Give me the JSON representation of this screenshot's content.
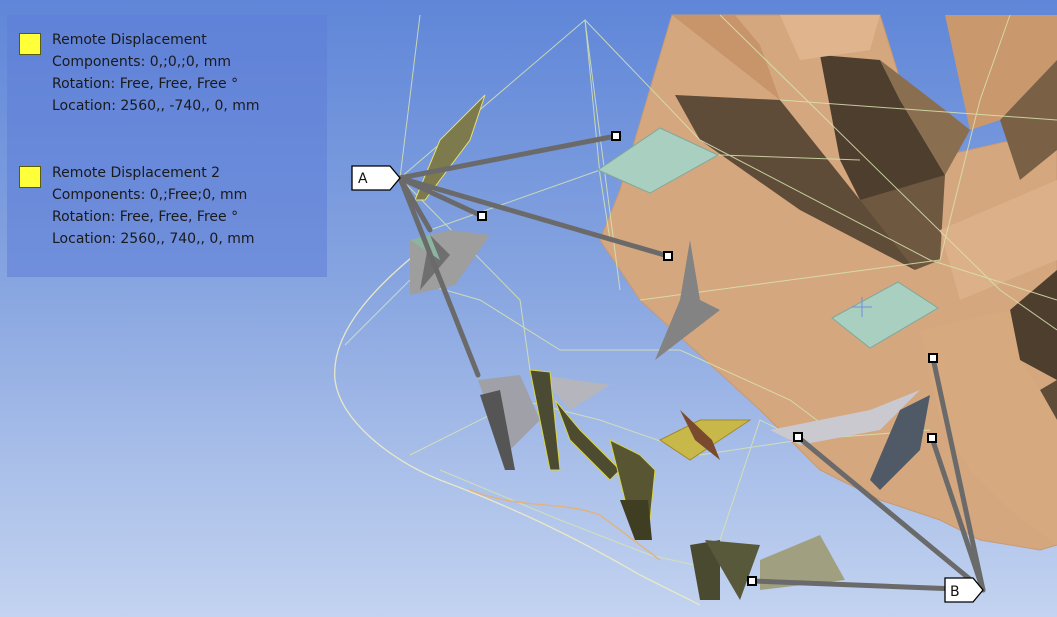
{
  "legend": {
    "items": [
      {
        "name": "Remote Displacement",
        "components": "Components: 0,;0,;0, mm",
        "rotation": "Rotation: Free, Free, Free °",
        "location": "Location: 2560,, -740,, 0, mm",
        "swatch_color": "#ffff3a"
      },
      {
        "name": "Remote Displacement 2",
        "components": "Components: 0,;Free;0, mm",
        "rotation": "Rotation: Free, Free, Free °",
        "location": "Location: 2560,, 740,, 0, mm",
        "swatch_color": "#ffff3a"
      }
    ]
  },
  "annotations": {
    "point_a": "A",
    "point_b": "B"
  },
  "colors": {
    "background_top": "#5f86d8",
    "background_bottom": "#c3d3f0",
    "body_tan": "#d2a57c",
    "body_dark": "#5b4a37",
    "selected_face": "#a9cfc0",
    "link": "#6b6b6b"
  }
}
